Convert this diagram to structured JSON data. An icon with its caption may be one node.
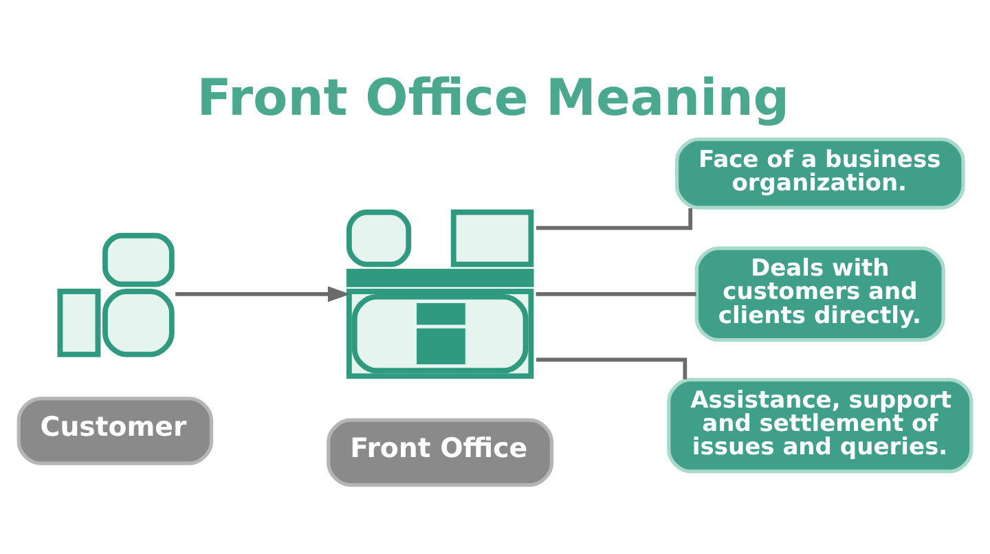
{
  "diagram": {
    "title": "Front Office Meaning",
    "nodes": [
      {
        "text": [],
        "shape": "person"
      },
      {
        "text": [
          "Customer"
        ]
      },
      {
        "text": [],
        "shape": "picture"
      },
      {
        "text": [
          "Front Office"
        ]
      },
      {
        "text": [
          "Face of a business organization."
        ]
      },
      {
        "text": [
          "Deals with customers and clients directly."
        ]
      },
      {
        "text": [
          "Assistance, support and settlement of issues and queries."
        ]
      }
    ],
    "edges": [
      {
        "from": 0,
        "to": 2,
        "arrow": "to"
      },
      {
        "from": 2,
        "to": 4,
        "arrow": "none"
      },
      {
        "from": 2,
        "to": 5,
        "arrow": "none"
      },
      {
        "from": 2,
        "to": 6,
        "arrow": "none"
      }
    ]
  }
}
